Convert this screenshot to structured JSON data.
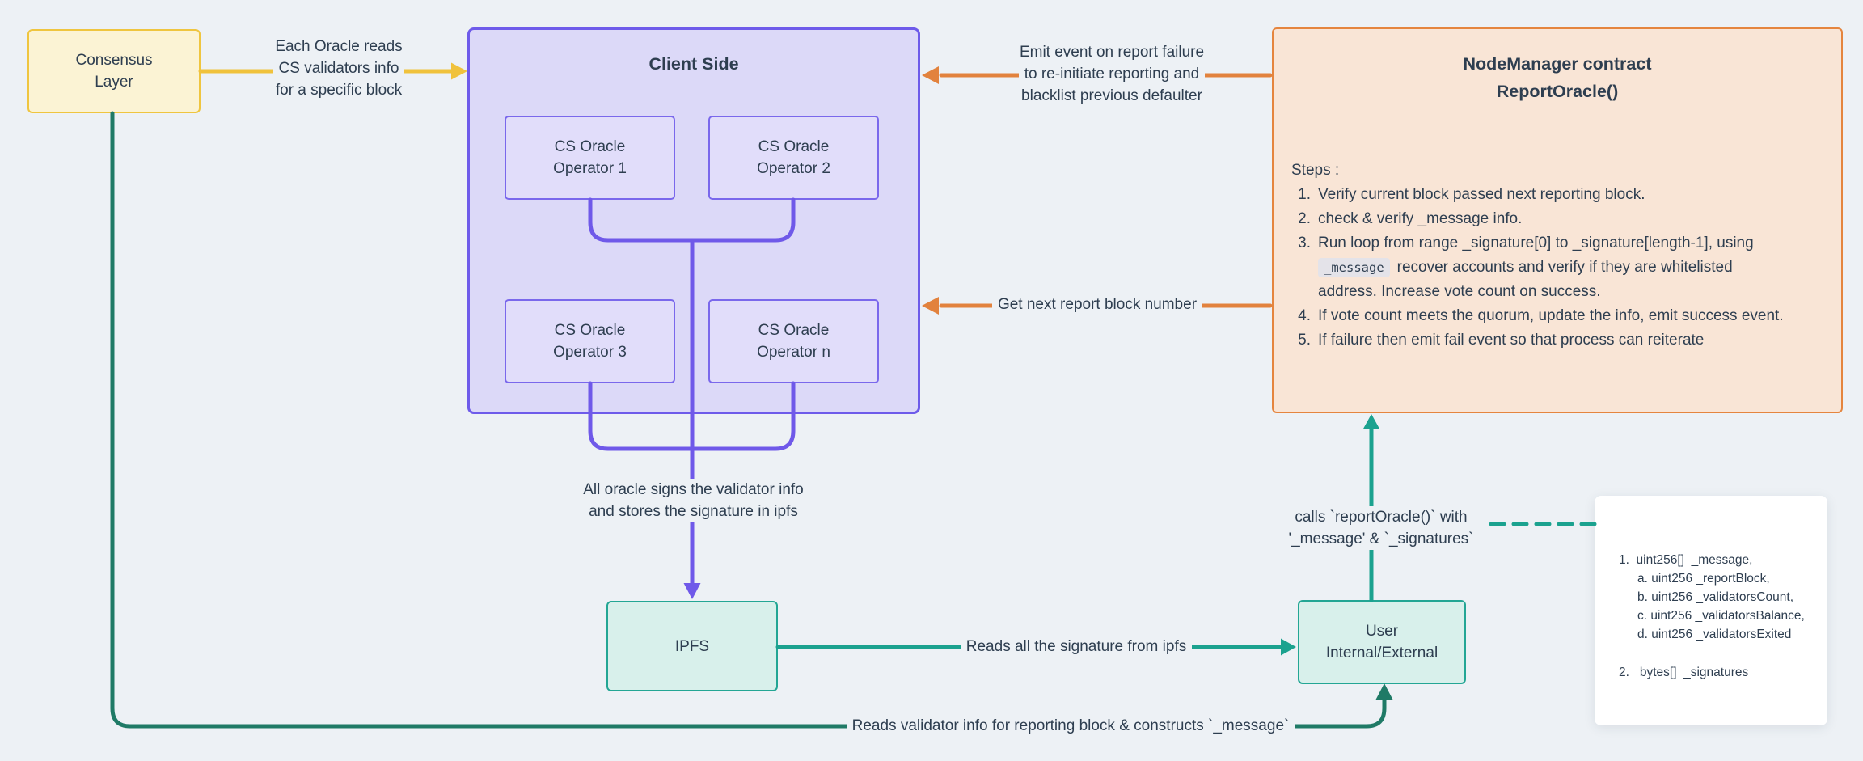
{
  "colors": {
    "background": "#EDF1F5",
    "text": "#2E3E50",
    "yellow_fill": "#FBF3D4",
    "yellow_border": "#EFC53F",
    "yellow_arrow": "#F0C23C",
    "purple_fill": "#DCD9F8",
    "purple_inner_fill": "#E1DDFA",
    "purple_border": "#6E5BEA",
    "purple_arrow": "#6F59E9",
    "orange_fill": "#F9E5D6",
    "orange_border": "#E5853E",
    "orange_arrow": "#E2823D",
    "teal_fill": "#D8F0EB",
    "teal_border": "#23A694",
    "teal_arrow": "#1BA28F",
    "dark_green_arrow": "#1F7A66",
    "code_chip_bg": "#E4E3E9",
    "card_bg": "#FFFFFF"
  },
  "consensus": {
    "l1": "Consensus",
    "l2": "Layer"
  },
  "client": {
    "title": "Client Side",
    "operators": [
      {
        "l1": "CS Oracle",
        "l2": "Operator 1"
      },
      {
        "l1": "CS Oracle",
        "l2": "Operator 2"
      },
      {
        "l1": "CS Oracle",
        "l2": "Operator 3"
      },
      {
        "l1": "CS Oracle",
        "l2": "Operator n"
      }
    ]
  },
  "nodemanager": {
    "title1": "NodeManager contract",
    "title2": "ReportOracle()",
    "steps_heading": "Steps :",
    "steps": {
      "n1": "1.",
      "s1": "Verify current block passed next reporting block.",
      "n2": "2.",
      "s2": "check & verify _message info.",
      "n3": "3.",
      "s3a": "Run loop from range _signature[0] to _signature[length-1], using",
      "s3chip": "_message",
      "s3b": "recover accounts and verify if they are whitelisted",
      "s3c": "address. Increase vote count on success.",
      "n4": "4.",
      "s4": "If vote count meets the quorum, update the info, emit success event.",
      "n5": "5.",
      "s5": "If failure then emit fail event so that process can reiterate"
    }
  },
  "ipfs": {
    "label": "IPFS"
  },
  "user": {
    "l1": "User",
    "l2": "Internal/External"
  },
  "params_card": {
    "item1": "1.  uint256[]  _message,",
    "sub_a": "a. uint256 _reportBlock,",
    "sub_b": "b. uint256 _validatorsCount,",
    "sub_c": "c. uint256 _validatorsBalance,",
    "sub_d": "d. uint256 _validatorsExited",
    "item2": "2.   bytes[]  _signatures"
  },
  "edge_labels": {
    "cs_to_client_1": "Each Oracle reads",
    "cs_to_client_2": "CS validators info",
    "cs_to_client_3": "for a specific block",
    "emit_1": "Emit event on report failure",
    "emit_2": "to re-initiate reporting and",
    "emit_3": "blacklist previous defaulter",
    "get_next": "Get next report block number",
    "signs_1": "All oracle signs the validator info",
    "signs_2": "and stores the signature in ipfs",
    "reads_sig": "Reads all the signature from ipfs",
    "calls_1": "calls `reportOracle()` with",
    "calls_2": "'_message' & `_signatures`",
    "reads_val": "Reads validator info for reporting block & constructs `_message`"
  }
}
